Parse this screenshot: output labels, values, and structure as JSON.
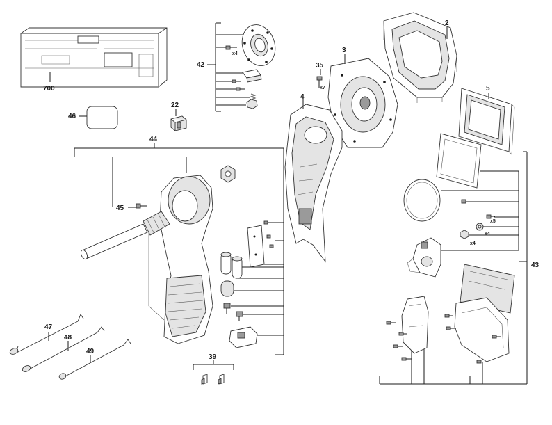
{
  "labels": {
    "p700": "700",
    "p46": "46",
    "p22": "22",
    "p42": "42",
    "p35": "35",
    "p3": "3",
    "p4": "4",
    "p2": "2",
    "p5": "5",
    "p44": "44",
    "p45": "45",
    "p47": "47",
    "p48": "48",
    "p49": "49",
    "p39": "39",
    "p43": "43"
  },
  "quantities": {
    "q42": "x4",
    "q35": "x7",
    "q5": "x5",
    "q4a": "x4",
    "q4b": "x4"
  }
}
